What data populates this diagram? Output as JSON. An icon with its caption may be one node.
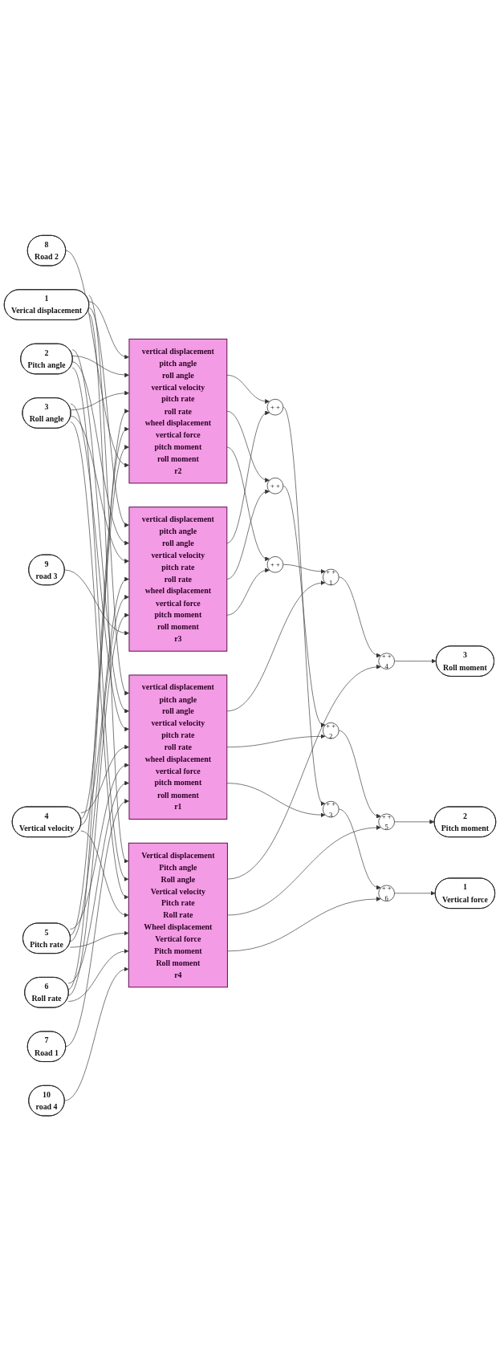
{
  "diagram": {
    "nodes": [
      {
        "text": [
          "1",
          "Verical displacement"
        ]
      },
      {
        "text": [
          "2",
          "Pitch angle"
        ]
      },
      {
        "text": [
          "3",
          "Roll angle"
        ]
      },
      {
        "text": [
          "4",
          "Vertical velocity"
        ]
      },
      {
        "text": [
          "5",
          "Pitch rate"
        ]
      },
      {
        "text": [
          "6",
          "Roll rate"
        ]
      },
      {
        "text": [
          "vertical displacement",
          "pitch angle",
          "roll angle",
          "vertical velocity",
          "pitch rate",
          "roll rate",
          "wheel displacement",
          "vertical force",
          "pitch moment",
          "roll moment",
          "r1"
        ]
      },
      {
        "text": [
          "vertical displacement",
          "pitch angle",
          "roll angle",
          "vertical velocity",
          "pitch rate",
          "roll rate",
          "wheel displacement",
          "vertical force",
          "pitch moment",
          "roll moment",
          "r2"
        ]
      },
      {
        "text": [
          "vertical displacement",
          "pitch angle",
          "roll angle",
          "vertical velocity",
          "pitch rate",
          "roll rate",
          "wheel displacement",
          "vertical force",
          "pitch moment",
          "roll moment",
          "r3"
        ]
      },
      {
        "text": [
          "Vertical displacement",
          "Pitch angle",
          "Roll angle",
          "Vertical velocity",
          "Pitch rate",
          "Roll rate",
          "Wheel displacement",
          "Vertical force",
          "Pitch moment",
          "Roll moment",
          "r4"
        ]
      },
      {
        "text": [
          "7",
          "Road 1"
        ]
      },
      {
        "text": [
          "8",
          "Road 2"
        ]
      },
      {
        "text": [
          "9",
          "road 3"
        ]
      },
      {
        "text": [
          "10",
          "road 4"
        ]
      },
      {
        "text": [
          "+ +"
        ]
      },
      {
        "text": [
          "+ +"
        ]
      },
      {
        "text": [
          "+ +"
        ]
      },
      {
        "text": [
          "+ +",
          "1"
        ]
      },
      {
        "text": [
          "+ +",
          "2"
        ]
      },
      {
        "text": [
          "+ +",
          "3"
        ]
      },
      {
        "text": [
          "+ +",
          "4"
        ]
      },
      {
        "text": [
          "+ +",
          "5"
        ]
      },
      {
        "text": [
          "+ +",
          "6"
        ]
      },
      {
        "text": [
          "3",
          "Roll moment"
        ]
      },
      {
        "text": [
          "2",
          "Pitch moment"
        ]
      },
      {
        "text": [
          "1",
          "Vertical force"
        ]
      }
    ],
    "edges": [
      {
        "from": 0,
        "to": 6,
        "arrow": "to"
      },
      {
        "from": 0,
        "to": 7,
        "arrow": "to"
      },
      {
        "from": 0,
        "to": 8,
        "arrow": "to"
      },
      {
        "from": 0,
        "to": 9,
        "arrow": "to"
      },
      {
        "from": 1,
        "to": 6,
        "arrow": "to"
      },
      {
        "from": 1,
        "to": 7,
        "arrow": "to"
      },
      {
        "from": 1,
        "to": 8,
        "arrow": "to"
      },
      {
        "from": 1,
        "to": 9,
        "arrow": "to"
      },
      {
        "from": 2,
        "to": 6,
        "arrow": "to"
      },
      {
        "from": 2,
        "to": 7,
        "arrow": "to"
      },
      {
        "from": 2,
        "to": 8,
        "arrow": "to"
      },
      {
        "from": 2,
        "to": 9,
        "arrow": "to"
      },
      {
        "from": 3,
        "to": 6,
        "arrow": "to"
      },
      {
        "from": 3,
        "to": 7,
        "arrow": "to"
      },
      {
        "from": 3,
        "to": 8,
        "arrow": "to"
      },
      {
        "from": 3,
        "to": 9,
        "arrow": "to"
      },
      {
        "from": 4,
        "to": 6,
        "arrow": "to"
      },
      {
        "from": 4,
        "to": 7,
        "arrow": "to"
      },
      {
        "from": 4,
        "to": 8,
        "arrow": "to"
      },
      {
        "from": 4,
        "to": 9,
        "arrow": "to"
      },
      {
        "from": 5,
        "to": 6,
        "arrow": "to"
      },
      {
        "from": 5,
        "to": 7,
        "arrow": "to"
      },
      {
        "from": 5,
        "to": 8,
        "arrow": "to"
      },
      {
        "from": 5,
        "to": 9,
        "arrow": "to"
      },
      {
        "from": 10,
        "to": 6,
        "arrow": "to"
      },
      {
        "from": 11,
        "to": 7,
        "arrow": "to"
      },
      {
        "from": 12,
        "to": 8,
        "arrow": "to"
      },
      {
        "from": 13,
        "to": 9,
        "arrow": "to"
      },
      {
        "from": 7,
        "to": 14,
        "arrow": "to"
      },
      {
        "from": 8,
        "to": 14,
        "arrow": "to"
      },
      {
        "from": 7,
        "to": 15,
        "arrow": "to"
      },
      {
        "from": 8,
        "to": 15,
        "arrow": "to"
      },
      {
        "from": 7,
        "to": 16,
        "arrow": "to"
      },
      {
        "from": 8,
        "to": 16,
        "arrow": "to"
      },
      {
        "from": 16,
        "to": 17,
        "arrow": "to"
      },
      {
        "from": 6,
        "to": 17,
        "arrow": "to"
      },
      {
        "from": 15,
        "to": 18,
        "arrow": "to"
      },
      {
        "from": 6,
        "to": 18,
        "arrow": "to"
      },
      {
        "from": 14,
        "to": 19,
        "arrow": "to"
      },
      {
        "from": 6,
        "to": 19,
        "arrow": "to"
      },
      {
        "from": 17,
        "to": 20,
        "arrow": "to"
      },
      {
        "from": 9,
        "to": 20,
        "arrow": "to"
      },
      {
        "from": 18,
        "to": 21,
        "arrow": "to"
      },
      {
        "from": 9,
        "to": 21,
        "arrow": "to"
      },
      {
        "from": 19,
        "to": 22,
        "arrow": "to"
      },
      {
        "from": 9,
        "to": 22,
        "arrow": "to"
      },
      {
        "from": 20,
        "to": 23,
        "arrow": "to"
      },
      {
        "from": 21,
        "to": 24,
        "arrow": "to"
      },
      {
        "from": 22,
        "to": 25,
        "arrow": "to"
      }
    ]
  }
}
